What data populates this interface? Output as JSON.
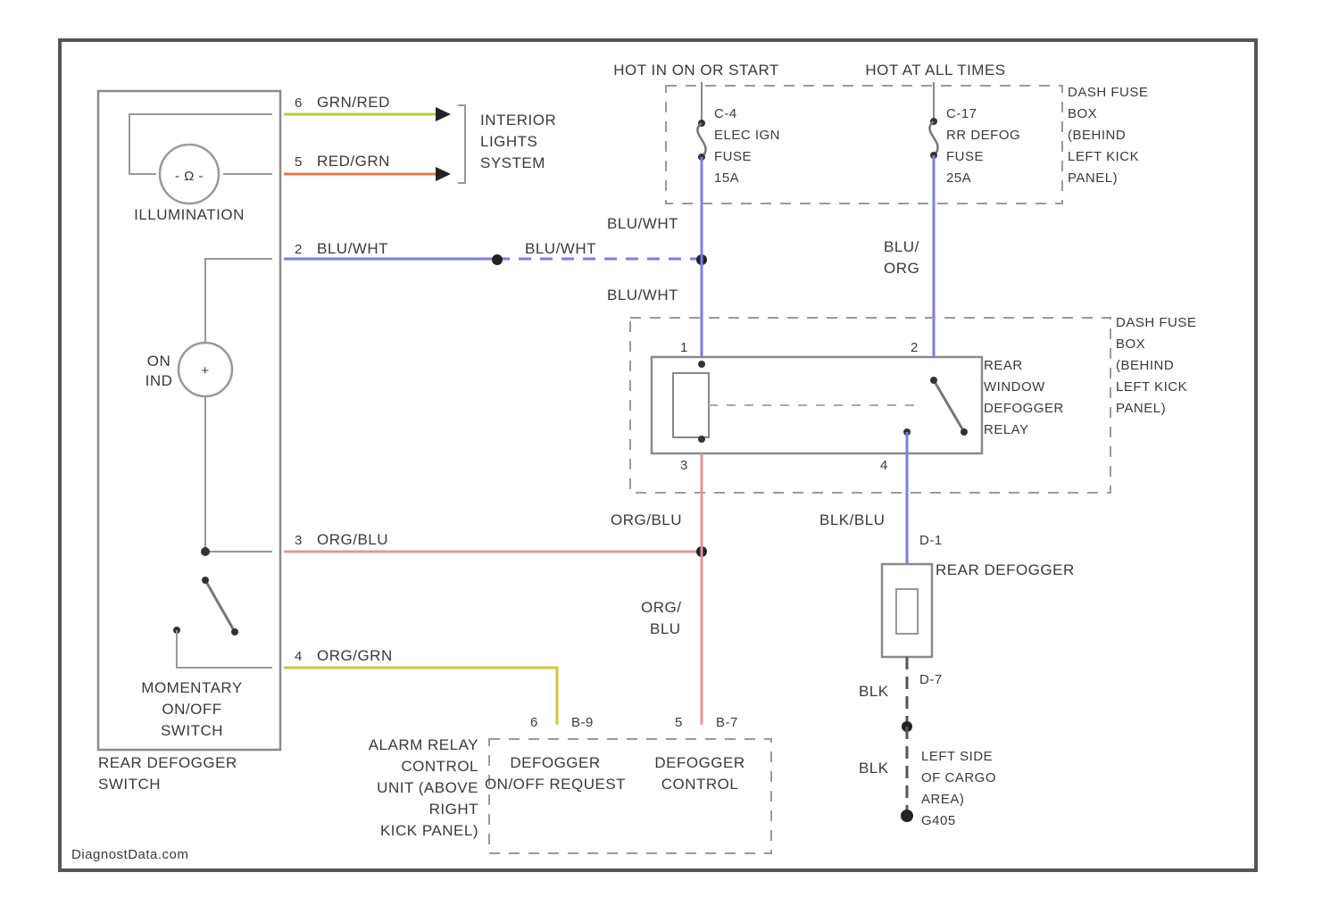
{
  "diagram": {
    "watermark": "DiagnostData.com",
    "switch": {
      "name_line1": "REAR DEFOGGER",
      "name_line2": "SWITCH",
      "illumination": "ILLUMINATION",
      "indicator_line1": "ON",
      "indicator_line2": "IND",
      "momentary_line1": "MOMENTARY",
      "momentary_line2": "ON/OFF",
      "momentary_line3": "SWITCH",
      "pin6": "6",
      "pin5": "5",
      "pin2": "2",
      "pin3": "3",
      "pin4": "4"
    },
    "wires": {
      "w_grn_red": "GRN/RED",
      "w_red_grn": "RED/GRN",
      "w_blu_wht_1": "BLU/WHT",
      "w_blu_wht_2": "BLU/WHT",
      "w_blu_wht_3": "BLU/WHT",
      "w_blu_wht_4": "BLU/WHT",
      "w_org_blu": "ORG/BLU",
      "w_org_grn": "ORG/GRN",
      "w_org_blu_2": "ORG/BLU",
      "w_org_blu_v1": "ORG/",
      "w_org_blu_v2": "BLU",
      "w_blu_org_1": "BLU/",
      "w_blu_org_2": "ORG",
      "w_blk_blu": "BLK/BLU",
      "w_blk_1": "BLK",
      "w_blk_2": "BLK"
    },
    "interior": {
      "line1": "INTERIOR",
      "line2": "LIGHTS",
      "line3": "SYSTEM"
    },
    "fusebox_top": {
      "hot_run": "HOT IN ON OR START",
      "hot_all": "HOT AT ALL TIMES",
      "fuse1_id": "C-4",
      "fuse1_name": "ELEC IGN",
      "fuse1_type": "FUSE",
      "fuse1_rating": "15A",
      "fuse2_id": "C-17",
      "fuse2_name": "RR DEFOG",
      "fuse2_type": "FUSE",
      "fuse2_rating": "25A",
      "label_line1": "DASH FUSE",
      "label_line2": "BOX",
      "label_line3": "(BEHIND",
      "label_line4": "LEFT KICK",
      "label_line5": "PANEL)"
    },
    "relay": {
      "name_line1": "REAR",
      "name_line2": "WINDOW",
      "name_line3": "DEFOGGER",
      "name_line4": "RELAY",
      "pin1": "1",
      "pin2": "2",
      "pin3": "3",
      "pin4": "4",
      "box_line1": "DASH FUSE",
      "box_line2": "BOX",
      "box_line3": "(BEHIND",
      "box_line4": "LEFT KICK",
      "box_line5": "PANEL)"
    },
    "defogger": {
      "name": "REAR DEFOGGER",
      "conn_top": "D-1",
      "conn_bot": "D-7"
    },
    "ground": {
      "line1": "LEFT SIDE",
      "line2": "OF CARGO",
      "line3": "AREA)",
      "line4": "G405"
    },
    "alarm": {
      "label_line1": "ALARM RELAY",
      "label_line2": "CONTROL",
      "label_line3": "UNIT (ABOVE",
      "label_line4": "RIGHT",
      "label_line5": "KICK PANEL)",
      "req_line1": "DEFOGGER",
      "req_line2": "ON/OFF REQUEST",
      "ctrl_line1": "DEFOGGER",
      "ctrl_line2": "CONTROL",
      "pin_req": "6",
      "conn_req": "B-9",
      "pin_ctrl": "5",
      "conn_ctrl": "B-7"
    },
    "colors": {
      "border": "#555555",
      "wire_grn_red": "#b7cc3a",
      "wire_red_grn": "#e07a4a",
      "wire_blue": "#7a7ee6",
      "wire_org_blu": "#e59595",
      "wire_org_grn": "#d6c440",
      "dash": "#9a9a9a"
    }
  }
}
